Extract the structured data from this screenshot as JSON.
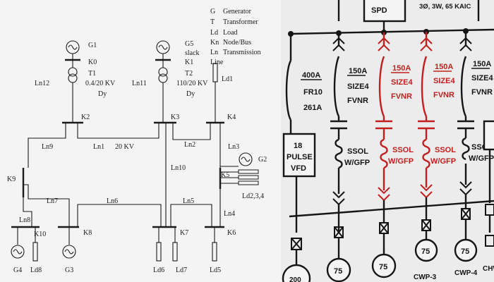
{
  "one_line_diagram": {
    "legend": [
      {
        "code": "G",
        "meaning": "Generator"
      },
      {
        "code": "T",
        "meaning": "Transformer"
      },
      {
        "code": "Ld",
        "meaning": "Load"
      },
      {
        "code": "Kn",
        "meaning": "Node/Bus"
      },
      {
        "code": "Ln",
        "meaning": "Transmission"
      },
      {
        "code": "",
        "meaning": "Line"
      }
    ],
    "generators": {
      "g1": "G1",
      "g5": "G5",
      "g5_note": "slack",
      "g2": "G2",
      "g3": "G3",
      "g4": "G4"
    },
    "transformers": {
      "t1": "T1",
      "t1_rating": "0.4/20 KV",
      "t1_conn": "Dy",
      "t2": "T2",
      "t2_rating": "110/20 KV",
      "t2_conn": "Dy"
    },
    "nodes": {
      "k0": "K0",
      "k1": "K1",
      "k2": "K2",
      "k3": "K3",
      "k4": "K4",
      "k5": "K5",
      "k6": "K6",
      "k7": "K7",
      "k8": "K8",
      "k9": "K9",
      "k10": "K10"
    },
    "lines": {
      "ln1": "Ln1",
      "ln1_voltage": "20 KV",
      "ln2": "Ln2",
      "ln3": "Ln3",
      "ln4": "Ln4",
      "ln5": "Ln5",
      "ln6": "Ln6",
      "ln7": "Ln7",
      "ln8": "Ln8",
      "ln9": "Ln9",
      "ln10": "Ln10",
      "ln11": "Ln11",
      "ln12": "Ln12"
    },
    "loads": {
      "ld1": "Ld1",
      "ld234": "Ld2,3,4",
      "ld5": "Ld5",
      "ld6": "Ld6",
      "ld7": "Ld7",
      "ld8": "Ld8"
    }
  },
  "switchgear_diagram": {
    "top_device": "SPD",
    "bus_rating": "3Ø, 3W, 65 KAIC",
    "feeders": [
      {
        "amps": "400A",
        "frame": "FR10",
        "model": "261A",
        "device_line1": "18",
        "device_line2": "PULSE",
        "device_line3": "VFD",
        "highlight": false
      },
      {
        "amps": "150A",
        "size": "SIZE4",
        "type": "FVNR",
        "overload": "SSOL",
        "protection": "W/GFP",
        "motor_hp": "75",
        "highlight": false
      },
      {
        "amps": "150A",
        "size": "SIZE4",
        "type": "FVNR",
        "overload": "SSOL",
        "protection": "W/GFP",
        "motor_hp": "75",
        "highlight": true
      },
      {
        "amps": "150A",
        "size": "SIZE4",
        "type": "FVNR",
        "overload": "SSOL",
        "protection": "W/GFP",
        "motor_hp": "75",
        "motor_tag": "CWP-3",
        "highlight": true
      },
      {
        "amps": "150A",
        "size": "SIZE4",
        "type": "FVNR",
        "overload": "SSOL",
        "protection": "W/GFP",
        "motor_hp": "75",
        "motor_tag": "CWP-4",
        "highlight": false
      }
    ],
    "bottom_values": {
      "first_motor": "200",
      "last_tag": "CHW"
    },
    "colors": {
      "highlight": "#c21f1f",
      "line": "#161616"
    }
  }
}
